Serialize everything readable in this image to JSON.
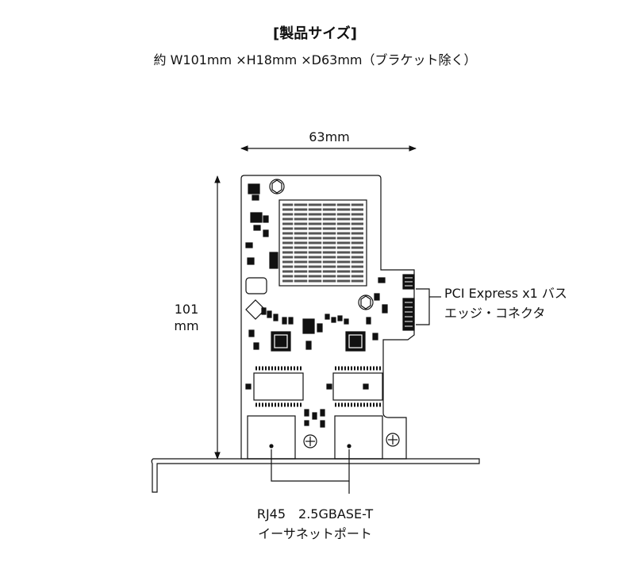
{
  "title": "[製品サイズ]",
  "subtitle": "約 W101mm ×H18mm ×D63mm（ブラケット除く）",
  "dimensions": {
    "width_label": "63mm",
    "height_value": "101",
    "height_unit": "mm"
  },
  "callouts": {
    "pci_line1": "PCI Express x1 バス",
    "pci_line2": "エッジ・コネクタ",
    "rj_line1": "RJ45　2.5GBASE-T",
    "rj_line2": "イーサネットポート"
  },
  "colors": {
    "line": "#111111",
    "heatsink": "#555555"
  }
}
